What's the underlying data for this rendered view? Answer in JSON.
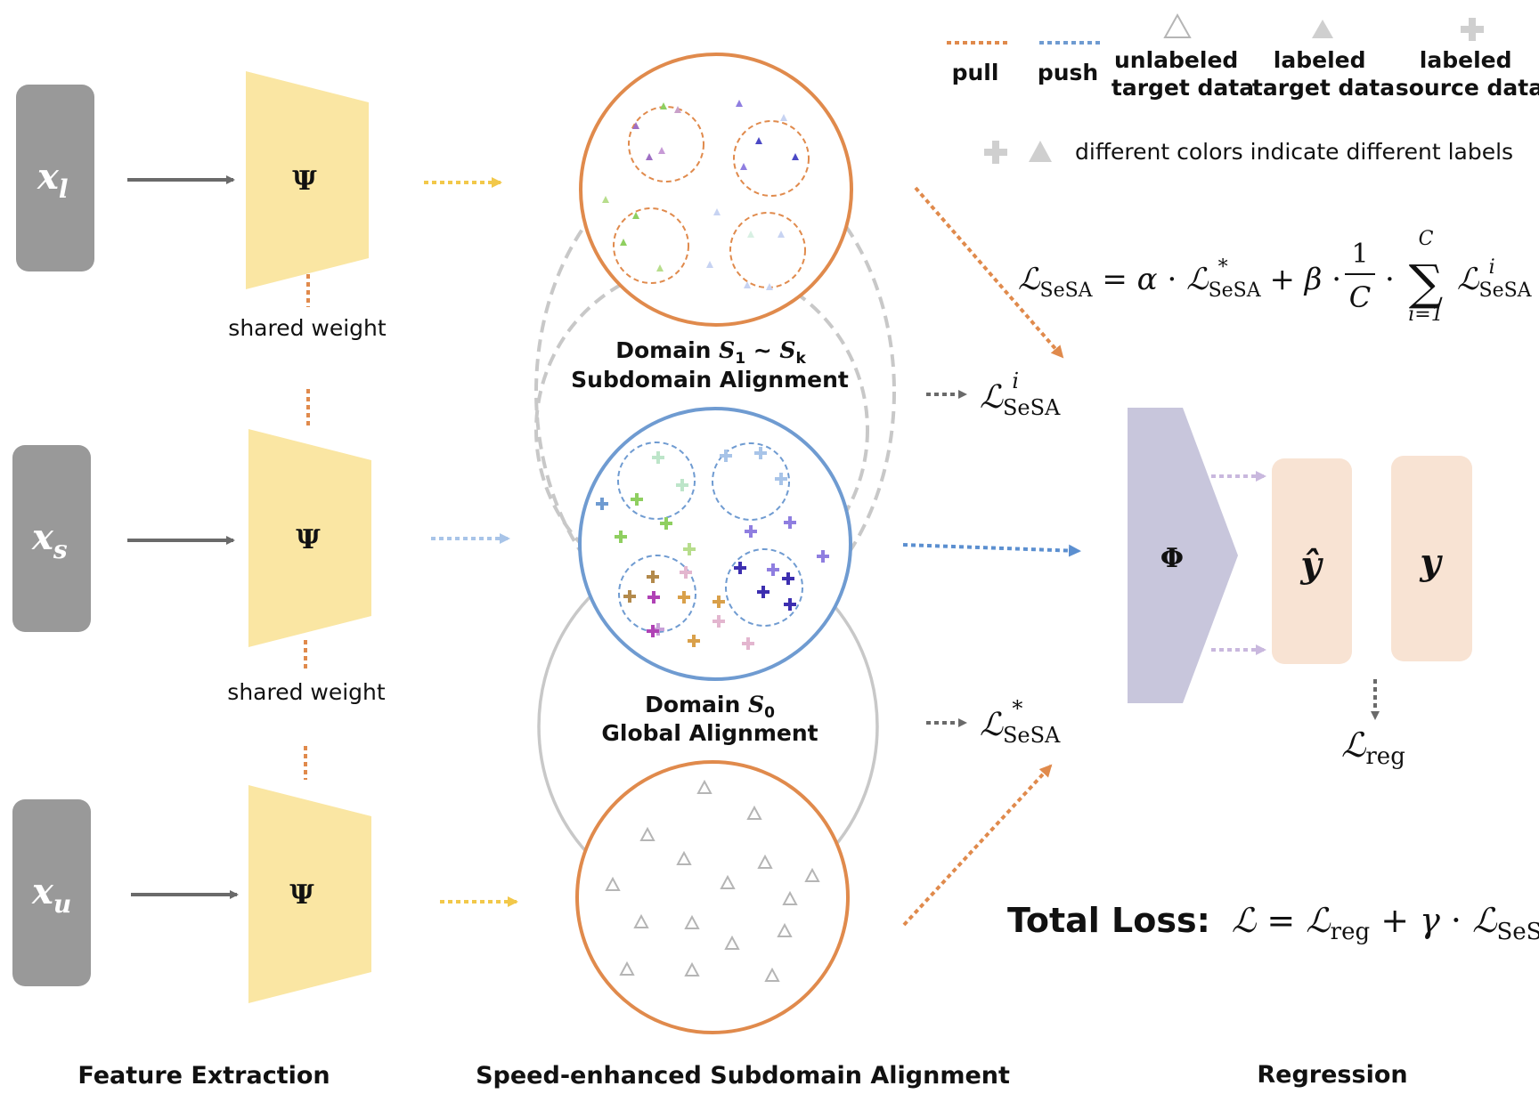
{
  "inputs": [
    {
      "var": "x",
      "sub": "l"
    },
    {
      "var": "x",
      "sub": "s"
    },
    {
      "var": "x",
      "sub": "u"
    }
  ],
  "encoder": {
    "symbol": "Ψ"
  },
  "shared_weight": "shared weight",
  "domain_top": {
    "title_prefix": "Domain ",
    "s": "S",
    "sub1": "1",
    "tilde": " ~ ",
    "subk": "k",
    "subtitle": "Subdomain Alignment"
  },
  "domain_mid": {
    "title_prefix": "Domain ",
    "s": "S",
    "sub0": "0",
    "subtitle": "Global Alignment"
  },
  "legend": {
    "pull": "pull",
    "push": "push",
    "unlabeled_target": [
      "unlabeled",
      "target data"
    ],
    "labeled_target": [
      "labeled",
      "target data"
    ],
    "labeled_source": [
      "labeled",
      "source data"
    ],
    "colors_note": "different colors indicate different labels"
  },
  "losses": {
    "L": "ℒ",
    "sesa": "SeSA",
    "sup_i": "i",
    "sup_star": "*",
    "reg": "reg"
  },
  "formula": {
    "lhs": "ℒ",
    "eq": " = ",
    "alpha": "α",
    "dot": " · ",
    "plus": " + ",
    "beta": "β",
    "one": "1",
    "C": "C",
    "sum": "∑",
    "sum_top": "C",
    "sum_bottom": "i=1"
  },
  "regressor": {
    "phi": "Φ",
    "yhat": "ŷ",
    "y": "y"
  },
  "total_loss": {
    "label": "Total Loss:",
    "L": "ℒ",
    "eq": " = ",
    "plus": " + ",
    "gamma": "γ",
    "dot": " · "
  },
  "sections": {
    "feature_extraction": "Feature Extraction",
    "alignment": "Speed-enhanced Subdomain Alignment",
    "regression": "Regression"
  },
  "colors": {
    "input_box": "#999999",
    "encoder": "#fae6a3",
    "pull": "#e08a4c",
    "push": "#6f9bd1",
    "dash_gray": "#c8c8c8",
    "phi": "#c8c6dc",
    "y_box": "#f8e3d3",
    "gray_arrow": "#6a6a6a"
  }
}
